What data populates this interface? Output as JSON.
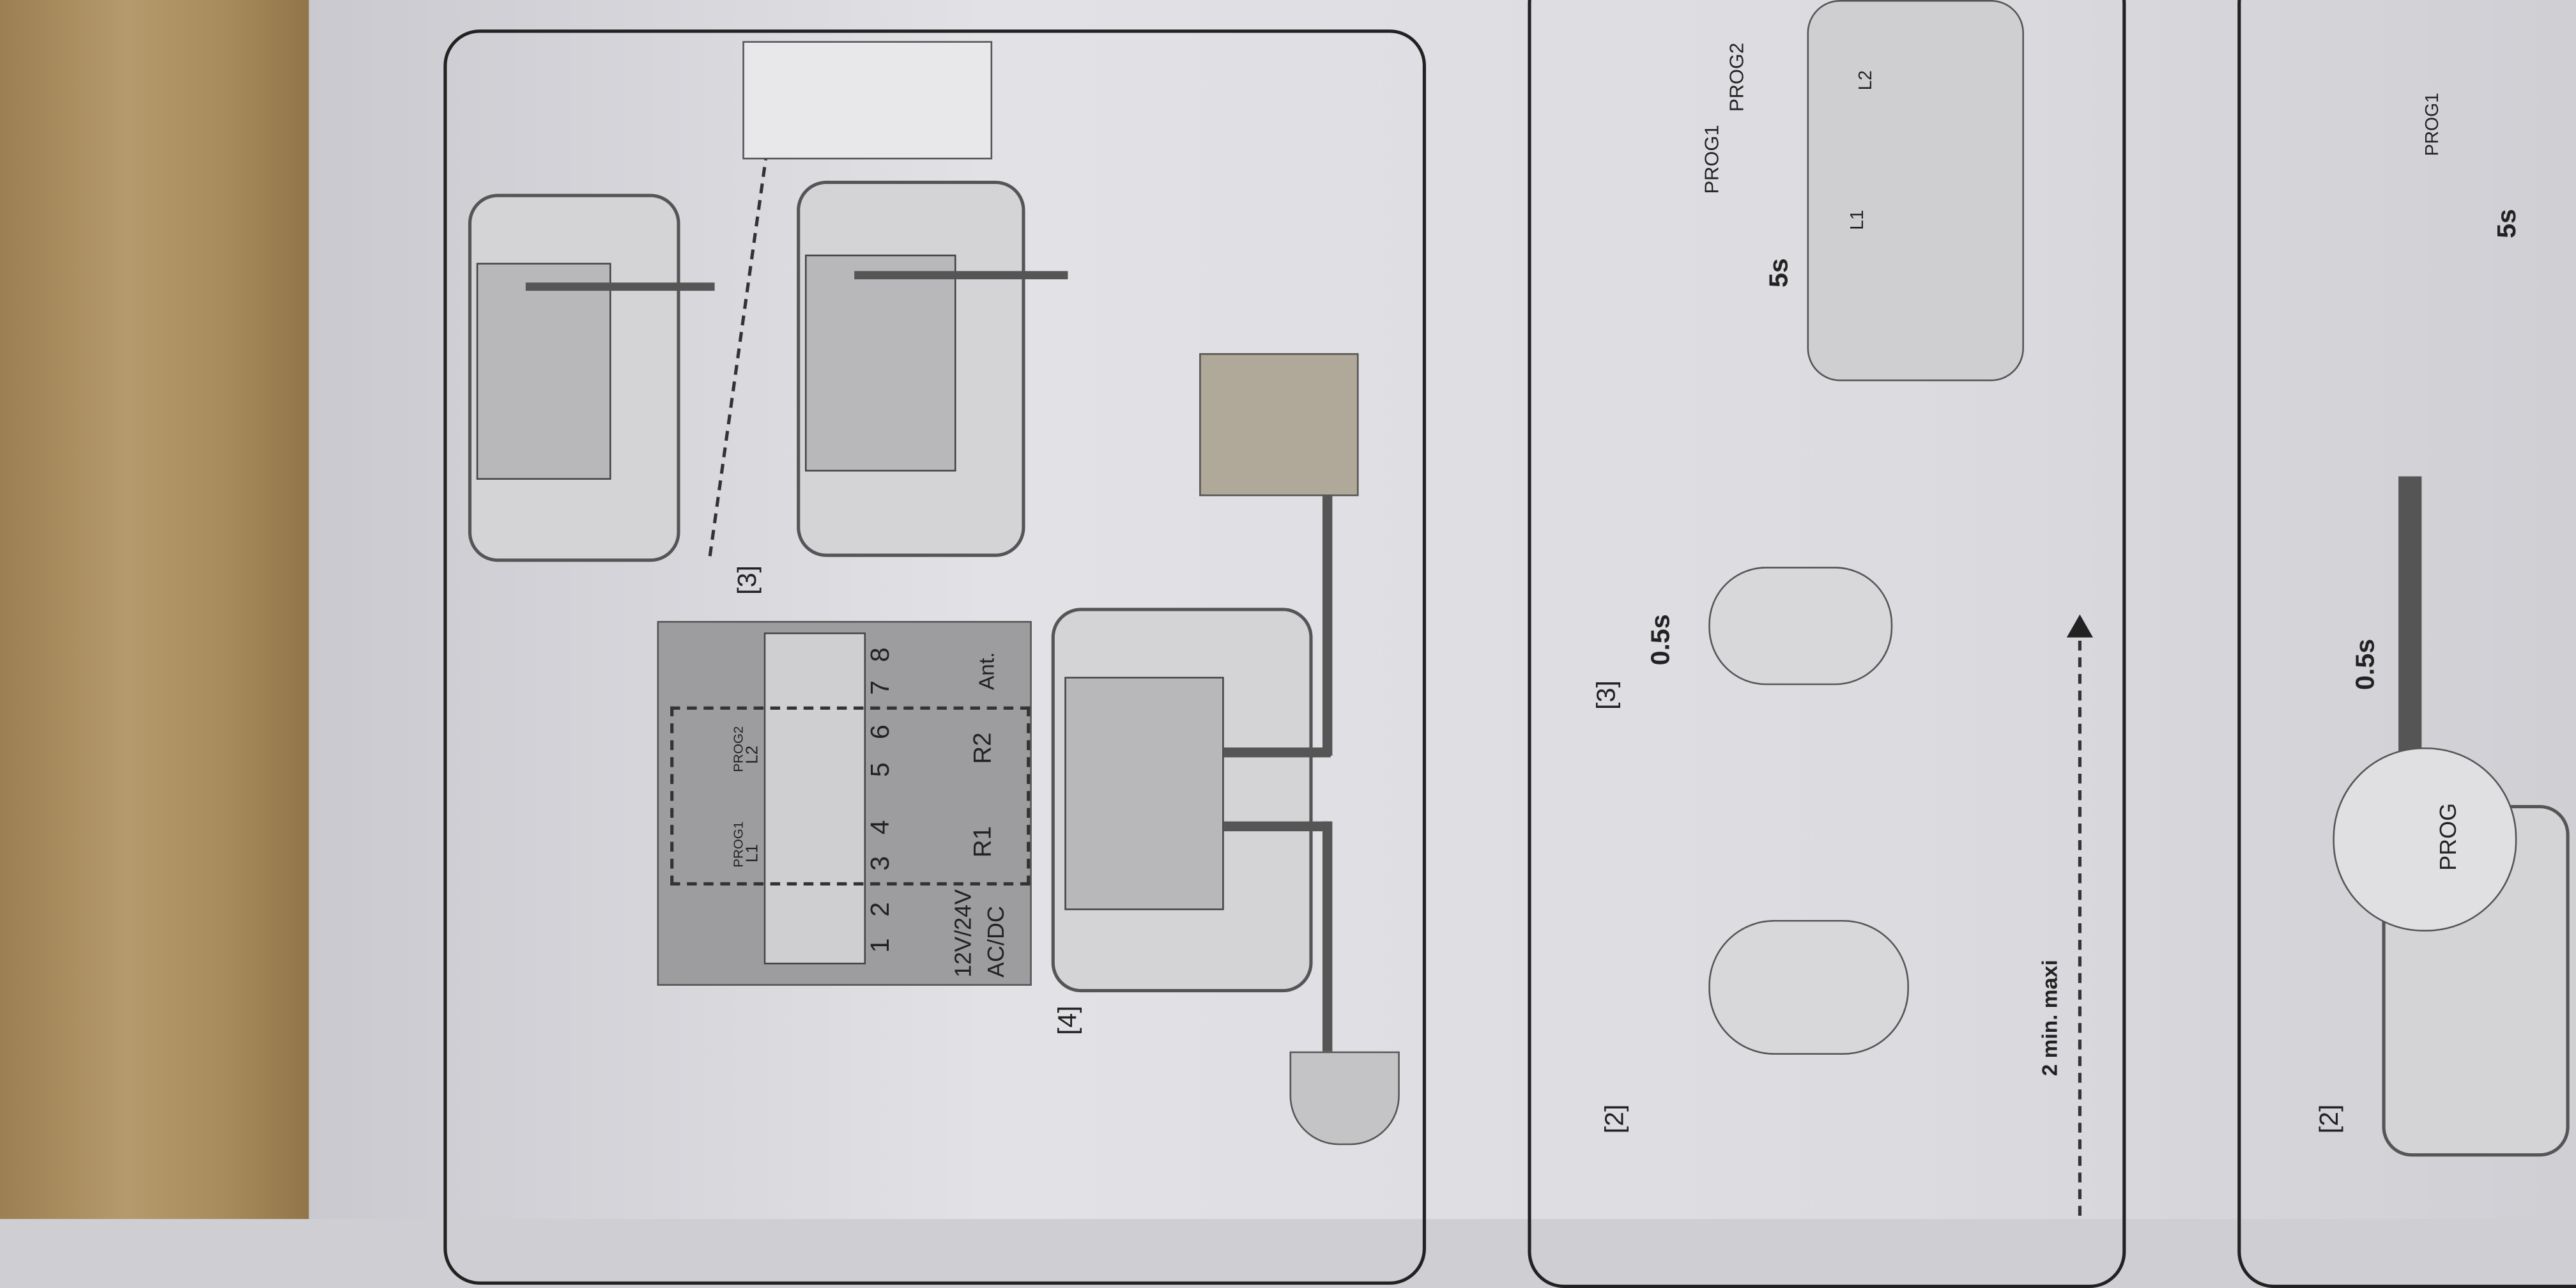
{
  "panel1": {
    "step3_label": "[3]",
    "step4_label": "[4]",
    "terminal": {
      "numbers": [
        "1",
        "2",
        "3",
        "4",
        "5",
        "6",
        "7",
        "8"
      ],
      "power_label_line1": "12V/24V",
      "power_label_line2": "AC/DC",
      "relay1": "R1",
      "relay2": "R2",
      "antenna": "Ant.",
      "prog1": "PROG1",
      "prog2": "PROG2",
      "led1": "L1",
      "led2": "L2"
    }
  },
  "panel2": {
    "step2_label": "[2]",
    "step3_label": "[3]",
    "press_time": "0.5s",
    "hold_time": "5s",
    "prog1": "PROG1",
    "prog2": "PROG2",
    "led1": "L1",
    "led2": "L2",
    "timeout": "2 min. maxi"
  },
  "panel3": {
    "step2_label": "[2]",
    "press_time": "0.5s",
    "prog_label": "PROG",
    "hold_time": "5s",
    "prog1": "PROG1"
  },
  "colors": {
    "wood": "#a88c5d",
    "paper": "#dcdce0",
    "ink": "#222222",
    "panel_gray": "#9d9d9f"
  }
}
